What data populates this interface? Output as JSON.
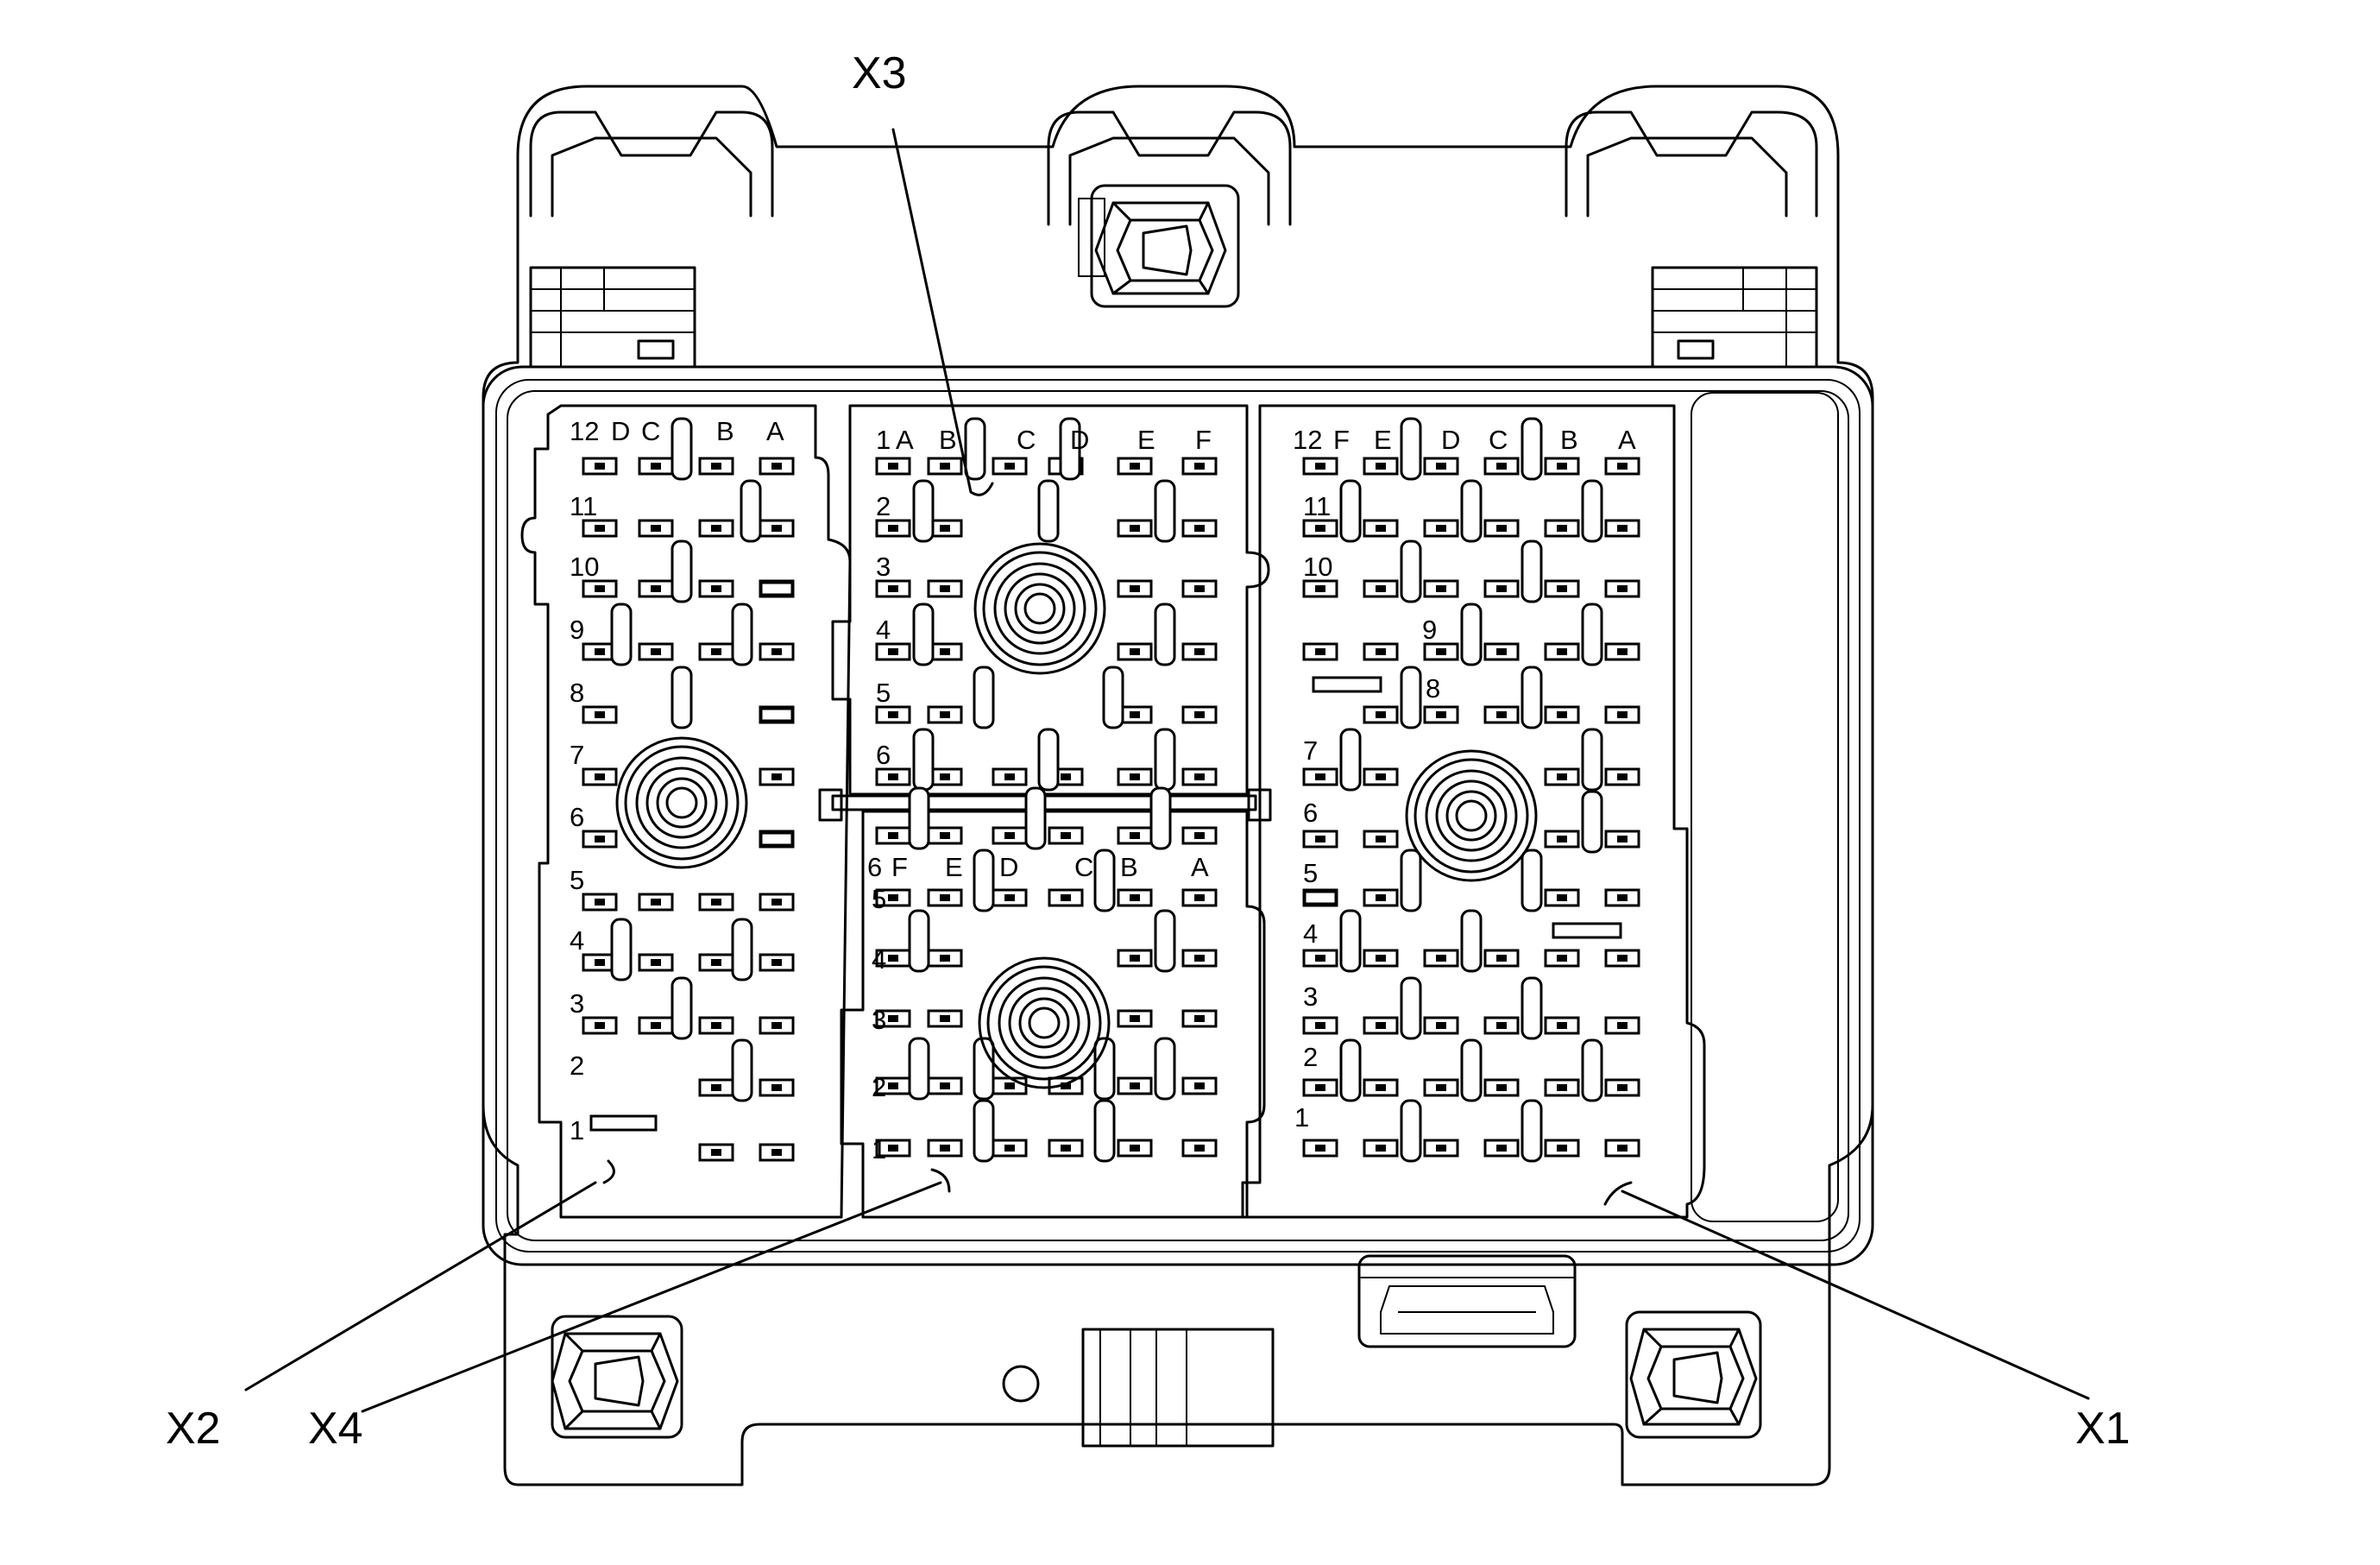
{
  "callouts": {
    "x1": "X1",
    "x2": "X2",
    "x3": "X3",
    "x4": "X4"
  },
  "connectors": {
    "x2": {
      "columns": [
        "D",
        "C",
        "B",
        "A"
      ],
      "rows": [
        "12",
        "11",
        "10",
        "9",
        "8",
        "7",
        "6",
        "5",
        "4",
        "3",
        "2",
        "1"
      ]
    },
    "x3": {
      "columns": [
        "A",
        "B",
        "C",
        "D",
        "E",
        "F"
      ],
      "rows": [
        "1",
        "2",
        "3",
        "4",
        "5",
        "6"
      ]
    },
    "x4": {
      "columns": [
        "F",
        "E",
        "D",
        "C",
        "B",
        "A"
      ],
      "rows": [
        "6",
        "5",
        "4",
        "3",
        "2",
        "1"
      ]
    },
    "x1": {
      "columns": [
        "F",
        "E",
        "D",
        "C",
        "B",
        "A"
      ],
      "rows": [
        "12",
        "11",
        "10",
        "9",
        "8",
        "7",
        "6",
        "5",
        "4",
        "3",
        "2",
        "1"
      ]
    }
  }
}
